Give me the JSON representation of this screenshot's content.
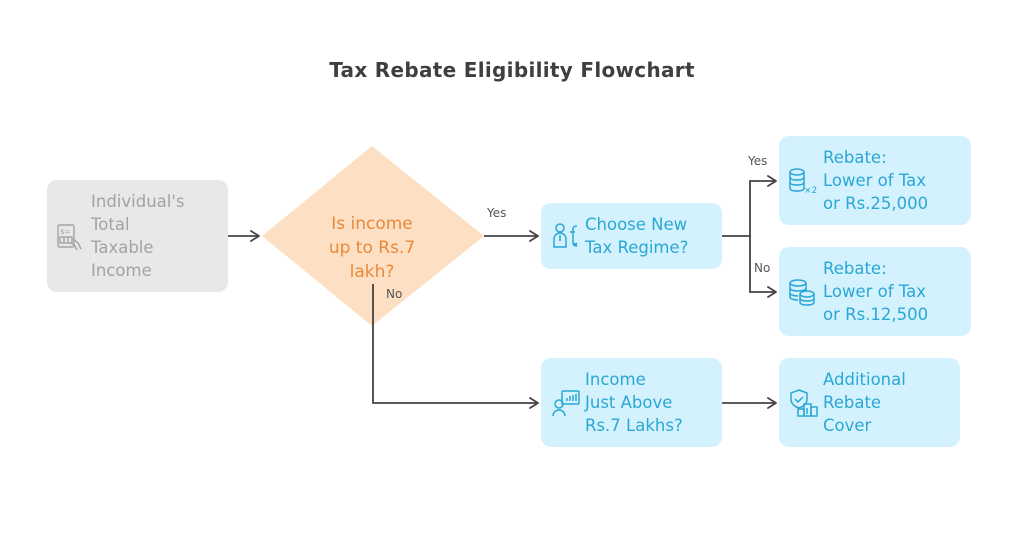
{
  "title": "Tax Rebate Eligibility Flowchart",
  "colors": {
    "gray_fill": "#e8e8e8",
    "gray_text": "#a3a3a3",
    "decision_fill": "#fde0c4",
    "decision_text": "#e8893a",
    "action_fill": "#d3f2fd",
    "action_text": "#2aa7d6",
    "edge": "#444444"
  },
  "nodes": {
    "start": {
      "label": "Individual's\nTotal\nTaxable\nIncome",
      "icon": "tax-form-icon"
    },
    "decision": {
      "label": "Is income\nup to Rs.7\nlakh?"
    },
    "new_regime": {
      "label": "Choose New\nTax Regime?",
      "icon": "person-choice-icon"
    },
    "rebate_25000": {
      "label": "Rebate:\nLower of Tax\nor Rs.25,000",
      "icon": "coins-x2-icon"
    },
    "rebate_12500": {
      "label": "Rebate:\nLower of Tax\nor Rs.12,500",
      "icon": "coin-stacks-icon"
    },
    "income_above": {
      "label": "Income\nJust Above\nRs.7 Lakhs?",
      "icon": "presenter-chart-icon"
    },
    "additional_rebate": {
      "label": "Additional\nRebate\nCover",
      "icon": "shield-building-icon"
    }
  },
  "edges": {
    "decision_yes": "Yes",
    "decision_no": "No",
    "regime_yes": "Yes",
    "regime_no": "No"
  }
}
